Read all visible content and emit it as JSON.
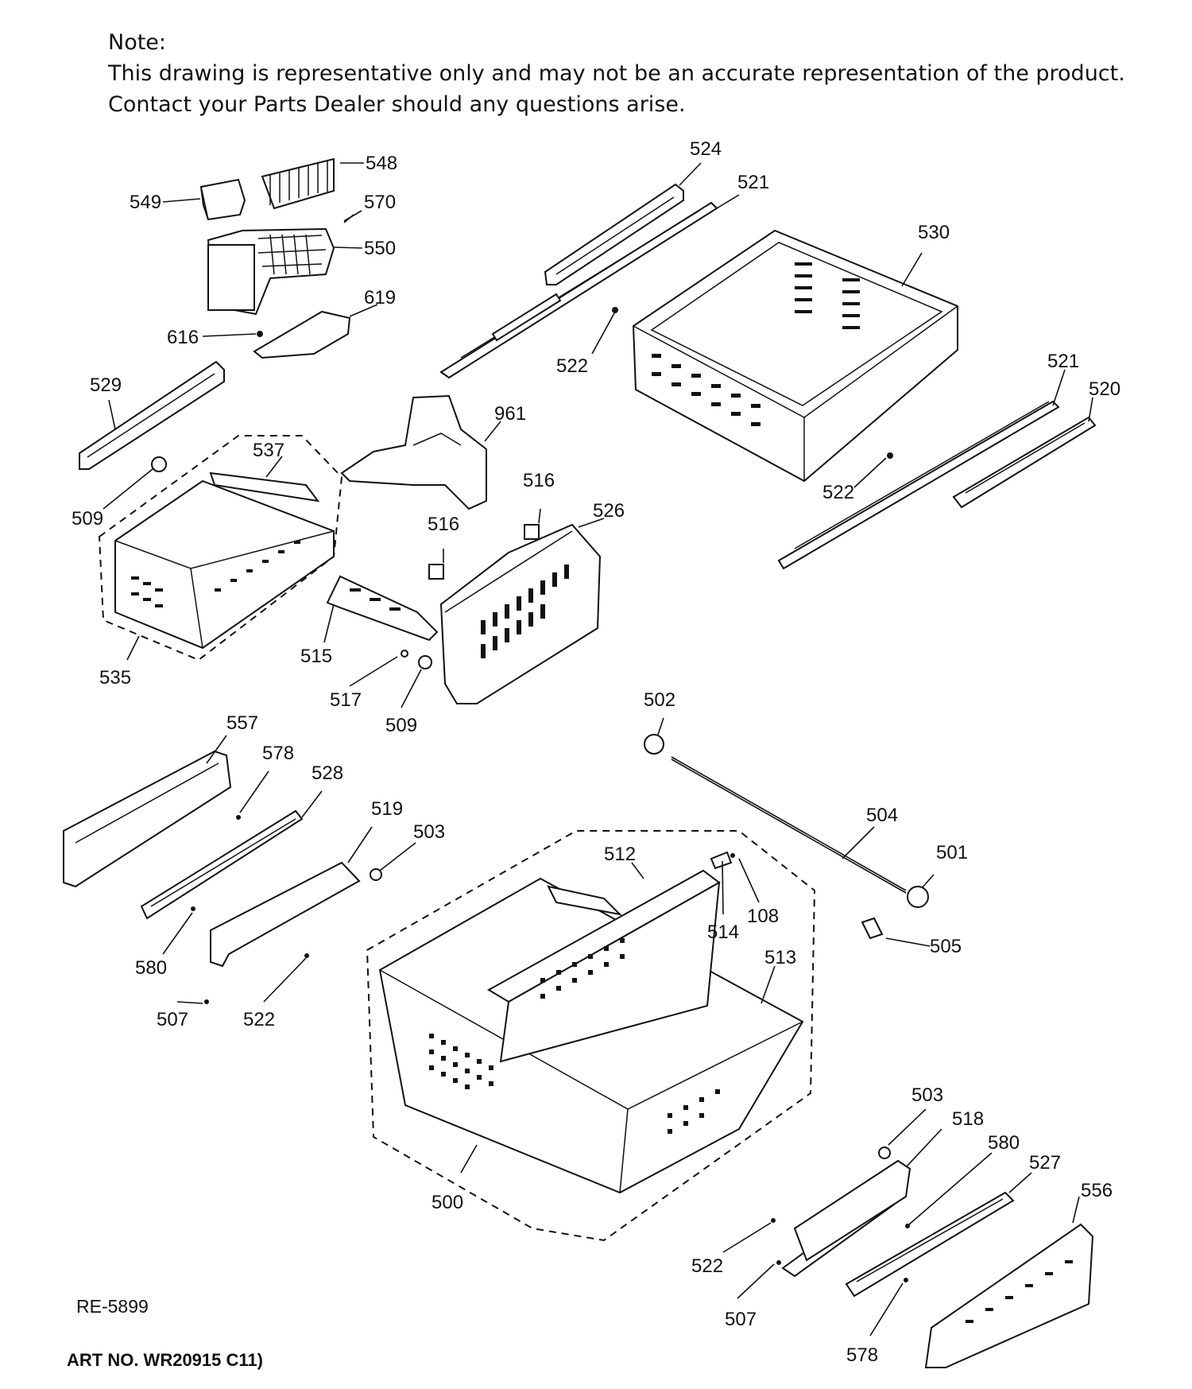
{
  "note": {
    "heading": "Note:",
    "line1": "This drawing is representative only and may not be an accurate representation of the product.",
    "line2": "Contact your Parts Dealer should any questions arise."
  },
  "reference_code": "RE-5899",
  "art_number": "ART NO. WR20915 C11)",
  "callouts": [
    "548",
    "549",
    "570",
    "550",
    "619",
    "616",
    "524",
    "521",
    "530",
    "522",
    "529",
    "961",
    "537",
    "509",
    "516",
    "526",
    "521",
    "520",
    "522",
    "516",
    "535",
    "515",
    "517",
    "509",
    "502",
    "557",
    "578",
    "528",
    "519",
    "503",
    "504",
    "501",
    "512",
    "514",
    "108",
    "505",
    "513",
    "580",
    "507",
    "522",
    "503",
    "518",
    "580",
    "527",
    "556",
    "500",
    "522",
    "507",
    "578"
  ]
}
